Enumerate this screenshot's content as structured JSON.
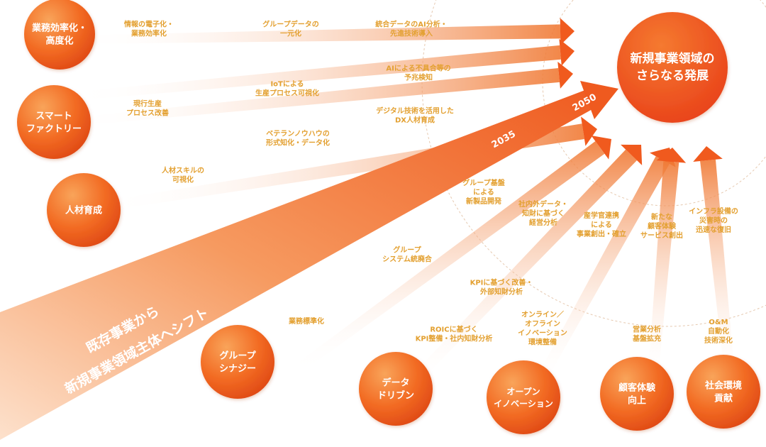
{
  "goal": {
    "lines": [
      "新規事業領域の",
      "さらなる発展"
    ]
  },
  "nodes": [
    {
      "id": "efficiency",
      "lines": [
        "業務効率化・",
        "高度化"
      ]
    },
    {
      "id": "smart-factory",
      "lines": [
        "スマート",
        "ファクトリー"
      ]
    },
    {
      "id": "talent",
      "lines": [
        "人材育成"
      ]
    },
    {
      "id": "group-synergy",
      "lines": [
        "グループ",
        "シナジー"
      ]
    },
    {
      "id": "data-driven",
      "lines": [
        "データ",
        "ドリブン"
      ]
    },
    {
      "id": "open-innovation",
      "lines": [
        "オープン",
        "イノベーション"
      ]
    },
    {
      "id": "customer-experience",
      "lines": [
        "顧客体験",
        "向上"
      ]
    },
    {
      "id": "social-environment",
      "lines": [
        "社会環境",
        "貢献"
      ]
    }
  ],
  "steps": [
    {
      "id": "efficiency-1",
      "lines": [
        "情報の電子化・",
        "業務効率化"
      ]
    },
    {
      "id": "efficiency-2",
      "lines": [
        "グループデータの",
        "一元化"
      ]
    },
    {
      "id": "efficiency-3",
      "lines": [
        "統合データのAI分析・",
        "先進技術導入"
      ]
    },
    {
      "id": "factory-1",
      "lines": [
        "現行生産",
        "プロセス改善"
      ]
    },
    {
      "id": "factory-2",
      "lines": [
        "IoTによる",
        "生産プロセス可視化"
      ]
    },
    {
      "id": "factory-3",
      "lines": [
        "AIによる不具合等の",
        "予兆検知"
      ]
    },
    {
      "id": "talent-1",
      "lines": [
        "人材スキルの",
        "可視化"
      ]
    },
    {
      "id": "talent-2",
      "lines": [
        "ベテランノウハウの",
        "形式知化・データ化"
      ]
    },
    {
      "id": "talent-3",
      "lines": [
        "デジタル技術を活用した",
        "DX人材育成"
      ]
    },
    {
      "id": "synergy-1",
      "lines": [
        "業務標準化"
      ]
    },
    {
      "id": "synergy-2",
      "lines": [
        "グループ",
        "システム統廃合"
      ]
    },
    {
      "id": "synergy-3",
      "lines": [
        "グループ基盤",
        "による",
        "新製品開発"
      ]
    },
    {
      "id": "data-1",
      "lines": [
        "ROICに基づく",
        "KPI整備・社内知財分析"
      ]
    },
    {
      "id": "data-2",
      "lines": [
        "KPIに基づく改善・",
        "外部知財分析"
      ]
    },
    {
      "id": "data-3",
      "lines": [
        "社内外データ・",
        "知財に基づく",
        "経営分析"
      ]
    },
    {
      "id": "open-1",
      "lines": [
        "オンライン／",
        "オフライン",
        "イノベーション",
        "環境整備"
      ]
    },
    {
      "id": "open-2",
      "lines": [
        "産学官連携",
        "による",
        "事業創出・確立"
      ]
    },
    {
      "id": "cx-1",
      "lines": [
        "営業分析",
        "基盤拡充"
      ]
    },
    {
      "id": "cx-2",
      "lines": [
        "新たな",
        "顧客体験",
        "サービス創出"
      ]
    },
    {
      "id": "social-1",
      "lines": [
        "O&M",
        "自動化",
        "技術深化"
      ]
    },
    {
      "id": "social-2",
      "lines": [
        "インフラ設備の",
        "災害時の",
        "迅速な復旧"
      ]
    }
  ],
  "years": [
    "2035",
    "2050"
  ],
  "shift": {
    "lines": [
      "既存事業から",
      "新規事業領域主体へシフト"
    ]
  },
  "colors": {
    "primary": "#f05a1e",
    "dark": "#e8431a",
    "light": "#f7a05c",
    "label": "#e3a030",
    "ring": "#e6c9b0"
  }
}
